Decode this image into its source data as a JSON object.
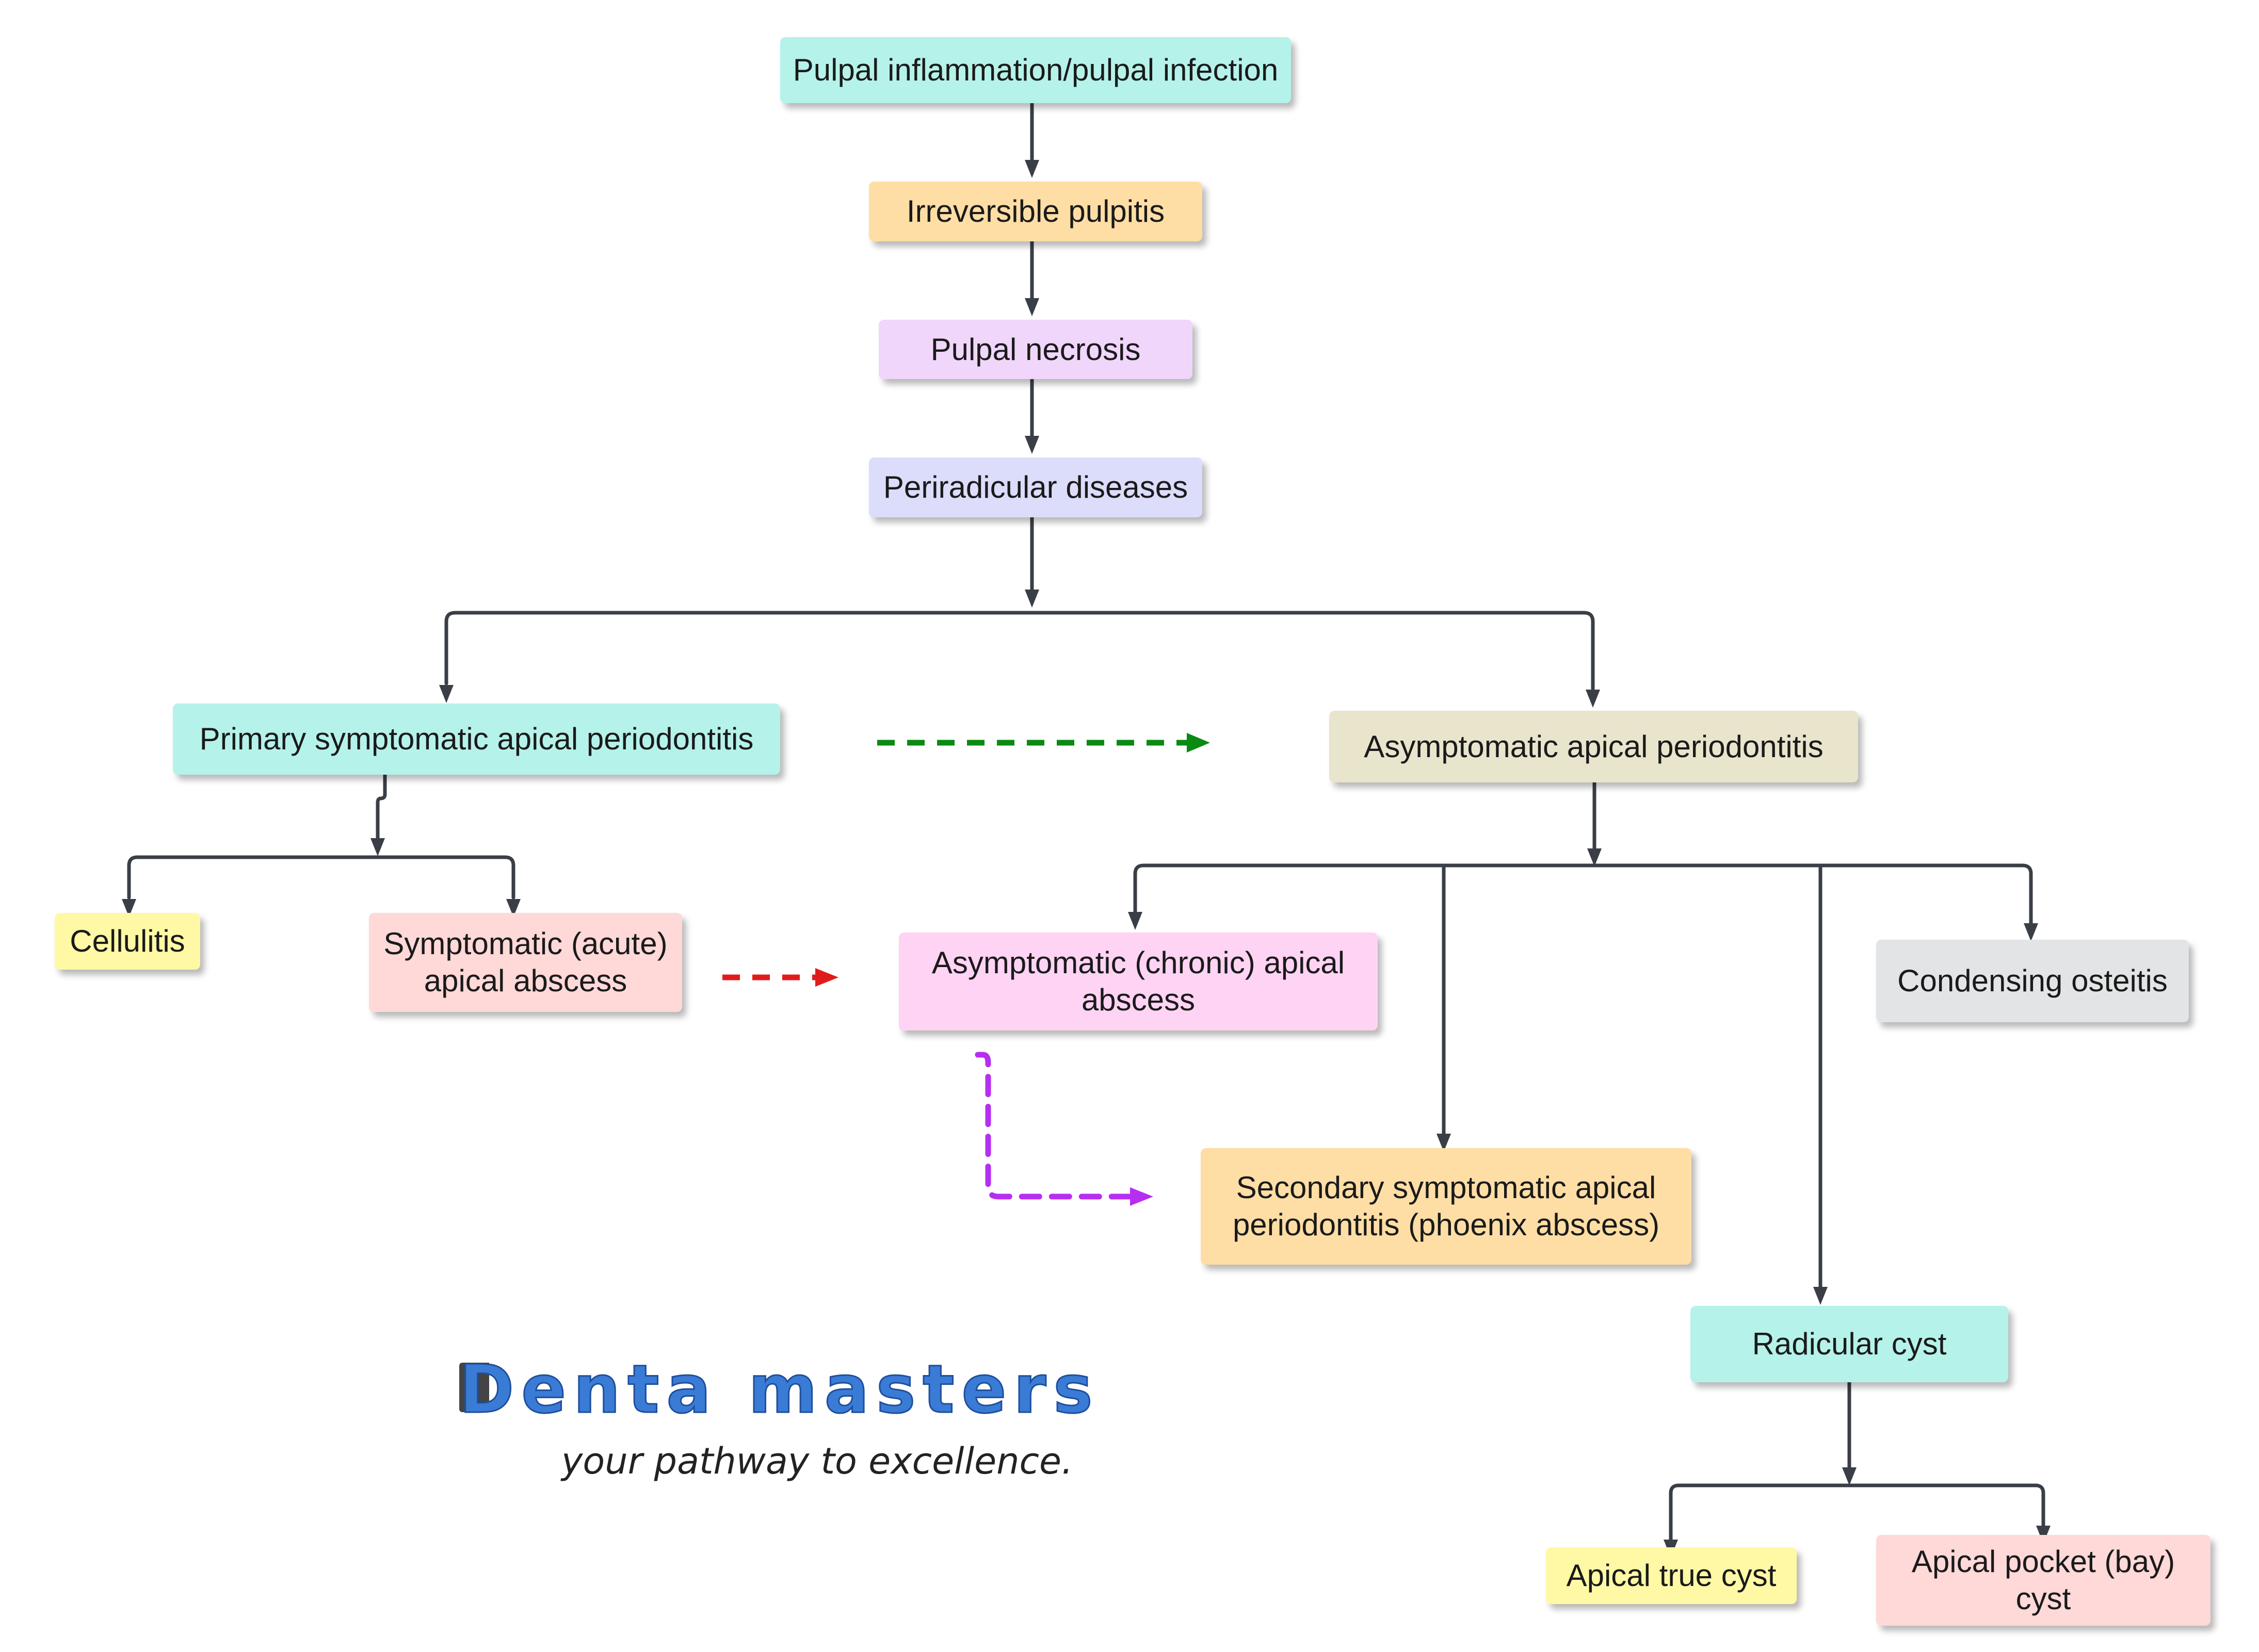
{
  "nodes": {
    "pulpal_inflammation": "Pulpal inflammation/pulpal infection",
    "irreversible_pulpitis": "Irreversible pulpitis",
    "pulpal_necrosis": "Pulpal necrosis",
    "periradicular_diseases": "Periradicular diseases",
    "primary_symptomatic": "Primary symptomatic apical periodontitis",
    "asymptomatic_periodontitis": "Asymptomatic apical periodontitis",
    "cellulitis": "Cellulitis",
    "acute_abscess": [
      "Symptomatic (acute)",
      "apical abscess"
    ],
    "chronic_abscess": [
      "Asymptomatic (chronic) apical",
      "abscess"
    ],
    "condensing_osteitis": "Condensing osteitis",
    "phoenix_abscess": [
      "Secondary symptomatic apical",
      "periodontitis (phoenix abscess)"
    ],
    "radicular_cyst": "Radicular cyst",
    "apical_true_cyst": "Apical true cyst",
    "apical_pocket_cyst": [
      "Apical pocket (bay)",
      "cyst"
    ]
  },
  "colors": {
    "teal": "#b5f2ea",
    "orange": "#ffdea5",
    "lavender": "#f0d6fb",
    "periwinkle": "#dcdcfb",
    "beige": "#e9e4cc",
    "yellow": "#fff9a6",
    "pink": "#ffd8d8",
    "magenta_pink": "#ffd3f4",
    "grey": "#e3e4e6",
    "line": "#3a3f47",
    "green_arrow": "#0a8a12",
    "red_arrow": "#e11b1b",
    "purple_arrow": "#b62ff0"
  },
  "logo": {
    "wordmark": "Denta masters",
    "tagline": "your pathway to excellence."
  }
}
